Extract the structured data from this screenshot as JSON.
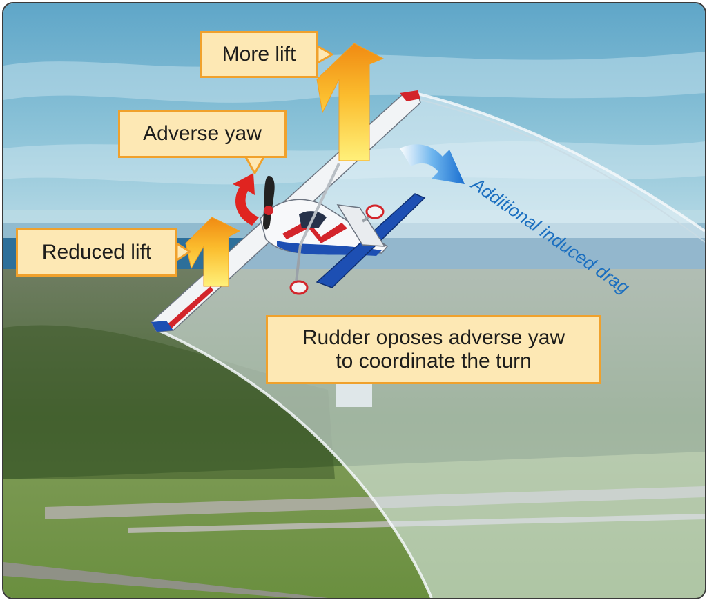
{
  "labels": {
    "more_lift": "More lift",
    "adverse_yaw": "Adverse yaw",
    "reduced_lift": "Reduced lift",
    "additional_induced_drag": "Additional induced drag",
    "rudder_line1": "Rudder oposes adverse yaw",
    "rudder_line2": "to coordinate the turn"
  },
  "colors": {
    "callout_fill": "#fde8b4",
    "callout_border": "#f0a12c",
    "lift_arrow": "#f7a21b",
    "yaw_arrow": "#e02420",
    "drag_arrow": "#1e7fd6",
    "drag_text": "#1b6fc0",
    "aircraft_blue": "#1d4fb3",
    "aircraft_red": "#d3252b"
  },
  "icons": {
    "more_lift_arrow": "up-arrow-icon",
    "reduced_lift_arrow": "up-arrow-icon",
    "adverse_yaw_arrow": "curved-arrow-icon",
    "drag_arrow": "curved-right-arrow-icon",
    "aircraft": "airplane-icon"
  }
}
